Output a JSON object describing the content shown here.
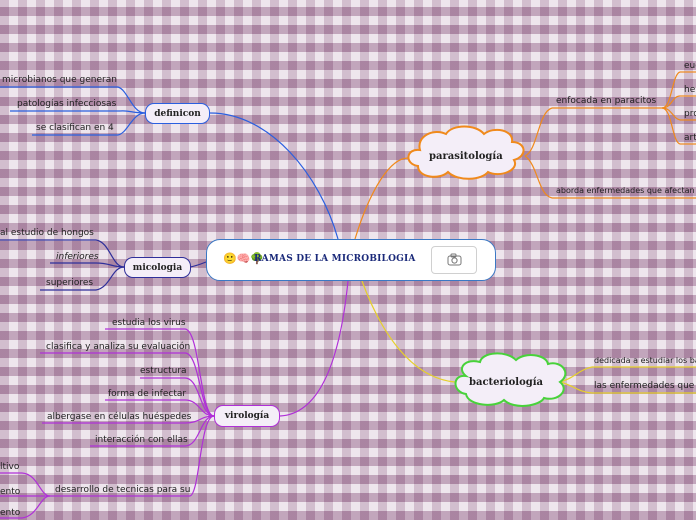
{
  "central": {
    "title": "RAMAS DE LA MICROBILOGIA",
    "emoji": "🙂🧠🌳"
  },
  "branches": {
    "definicon": {
      "label": "definicon",
      "items": [
        "microbianos que generan",
        "patologías infecciosas",
        "se clasifican en 4"
      ]
    },
    "micologia": {
      "label": "micologia",
      "items": [
        "al estudio  de hongos",
        "inferiores",
        "superiores"
      ]
    },
    "virologia": {
      "label": "virología",
      "items": [
        "estudia los virus",
        "clasifica y analiza su evaluación",
        "estructura",
        "forma de infectar",
        "albergase en células huéspedes",
        "interacción con ellas",
        "desarrollo de tecnicas para su"
      ],
      "sub_items": [
        "ltivo",
        "ento",
        "ento"
      ]
    },
    "parasitologia": {
      "label": "parasitología",
      "items": [
        "enfocada en paracitos",
        "aborda enfermedades que afectan a"
      ],
      "sub_items": [
        "euc",
        "he",
        "pro",
        "art"
      ]
    },
    "bacteriologia": {
      "label": "bacteriología",
      "items": [
        "dedicada a estudiar los bac",
        "las enfermedades que ge"
      ]
    }
  },
  "colors": {
    "definicon": "#2a5fe0",
    "micologia": "#2f2f9a",
    "virologia": "#b030d8",
    "parasitologia": "#f08a1c",
    "bacteriologia": "#e6d02a",
    "bacteriologia_cloud": "#48d23a",
    "central_border": "#3a78c4"
  },
  "icons": {
    "camera": "camera-icon"
  }
}
